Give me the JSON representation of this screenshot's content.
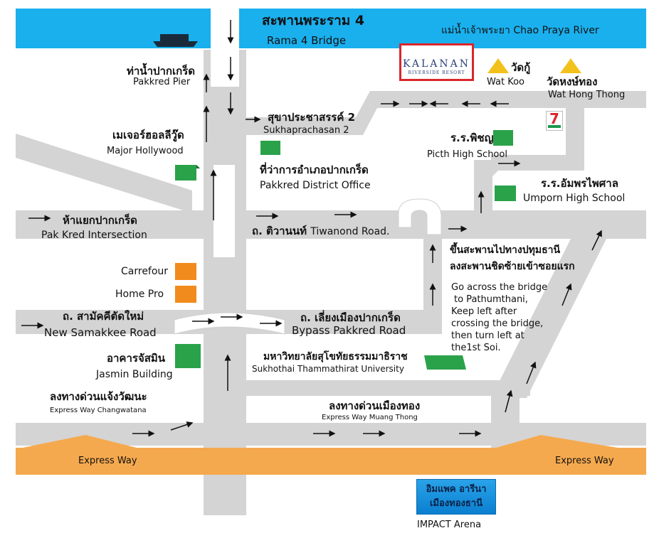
{
  "title_th": "สะพานพระราม 4",
  "title_en": "Rama 4 Bridge",
  "river": {
    "name_th": "แม่น้ำเจ้าพระยา",
    "name_en": "Chao Praya River"
  },
  "hotel": {
    "name": "KALANAN",
    "subtitle": "RIVERSIDE RESORT"
  },
  "temples": [
    {
      "name_th": "วัดกู้",
      "name_en": "Wat Koo"
    },
    {
      "name_th": "วัดหงษ์ทอง",
      "name_en": "Wat Hong Thong"
    }
  ],
  "places": {
    "pakkred_pier": {
      "th": "ท่าน้ำปากเกร็ด",
      "en": "Pakkred Pier"
    },
    "sukhaprachasan": {
      "th": "สุขาประชาสรรค์ 2",
      "en": "Sukhaprachasan 2"
    },
    "major": {
      "th": "เมเจอร์ฮอลลีวู๊ด",
      "en": "Major Hollywood"
    },
    "district": {
      "th": "ที่ว่าการอำเภอปากเกร็ด",
      "en": "Pakkred District Office"
    },
    "picth": {
      "th": "ร.ร.พิชญ",
      "en": "Picth High School"
    },
    "umporn": {
      "th": "ร.ร.อัมพรไพศาล",
      "en": "Umporn High School"
    },
    "intersection": {
      "th": "ห้าแยกปากเกร็ด",
      "en": "Pak Kred Intersection"
    },
    "tiwanond": {
      "th": "ถ. ติวานนท์",
      "en": "Tiwanond Road."
    },
    "carrefour": {
      "en": "Carrefour"
    },
    "homepro": {
      "en": "Home Pro"
    },
    "samakkee": {
      "th": "ถ. สามัคคีตัดใหม่",
      "en": "New Samakkee Road"
    },
    "bypass": {
      "th": "ถ. เลี่ยงเมืองปากเกร็ด",
      "en": "Bypass Pakkred Road"
    },
    "jasmin": {
      "th": "อาคารจัสมิน",
      "en": "Jasmin Building"
    },
    "stou": {
      "th": "มหาวิทยาลัยสุโขทัยธรรมมาธิราช",
      "en": "Sukhothai Thammathirat University"
    },
    "exp_changwatana": {
      "th": "ลงทางด่วนแจ้งวัฒนะ",
      "en": "Express Way Changwatana"
    },
    "exp_muangthong": {
      "th": "ลงทางด่วนเมืองทอง",
      "en": "Express Way Muang Thong"
    },
    "expressway": {
      "en": "Express Way"
    },
    "impact": {
      "th1": "อิมแพค อารีนา",
      "th2": "เมืองทองธานี",
      "en": "IMPACT Arena"
    }
  },
  "instructions": {
    "th1": "ขึ้นสะพานไปทางปทุมธานี",
    "th2": "ลงสะพานชิดซ้ายเข้าซอยแรก",
    "en": [
      "Go across the bridge",
      "to Pathumthani,",
      "Keep left after",
      "crossing the bridge,",
      "then turn left at",
      "the1st Soi."
    ]
  },
  "seven_eleven": {
    "label": "7"
  },
  "colors": {
    "river": "#1ab0ee",
    "road": "#d4d4d4",
    "expressway": "#f5a94e",
    "building_green": "#2aa24a",
    "building_orange": "#f18b1e",
    "pagoda": "#f3c11c",
    "hotel_frame": "#d9262c",
    "impact": "#1893e0"
  }
}
